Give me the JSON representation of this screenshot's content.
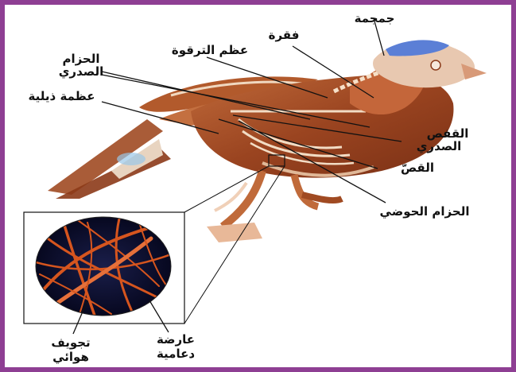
{
  "labels": {
    "skull": "جمجمة",
    "vertebra": "فقرة",
    "clavicle": "عظم الترقوة",
    "pectoral_girdle_1": "الحزام",
    "pectoral_girdle_2": "الصدري",
    "tail_bone": "عظمة ذيلية",
    "rib_cage_1": "القفص",
    "rib_cage_2": "الصدري",
    "keel": "القصّ",
    "pelvic_girdle": "الحزام الحوضي",
    "air_cavity_1": "تجويف",
    "air_cavity_2": "هوائي",
    "strut_1": "عارضة",
    "strut_2": "دعامية"
  },
  "colors": {
    "frame": "#8e3f93",
    "bone_dark": "#8a3a1a",
    "bone_mid": "#b8582c",
    "bone_light": "#e8c4a8",
    "skull_cap": "#5b7fd6",
    "inset_bg": "#0d1030",
    "fibre": "#d6551e"
  }
}
